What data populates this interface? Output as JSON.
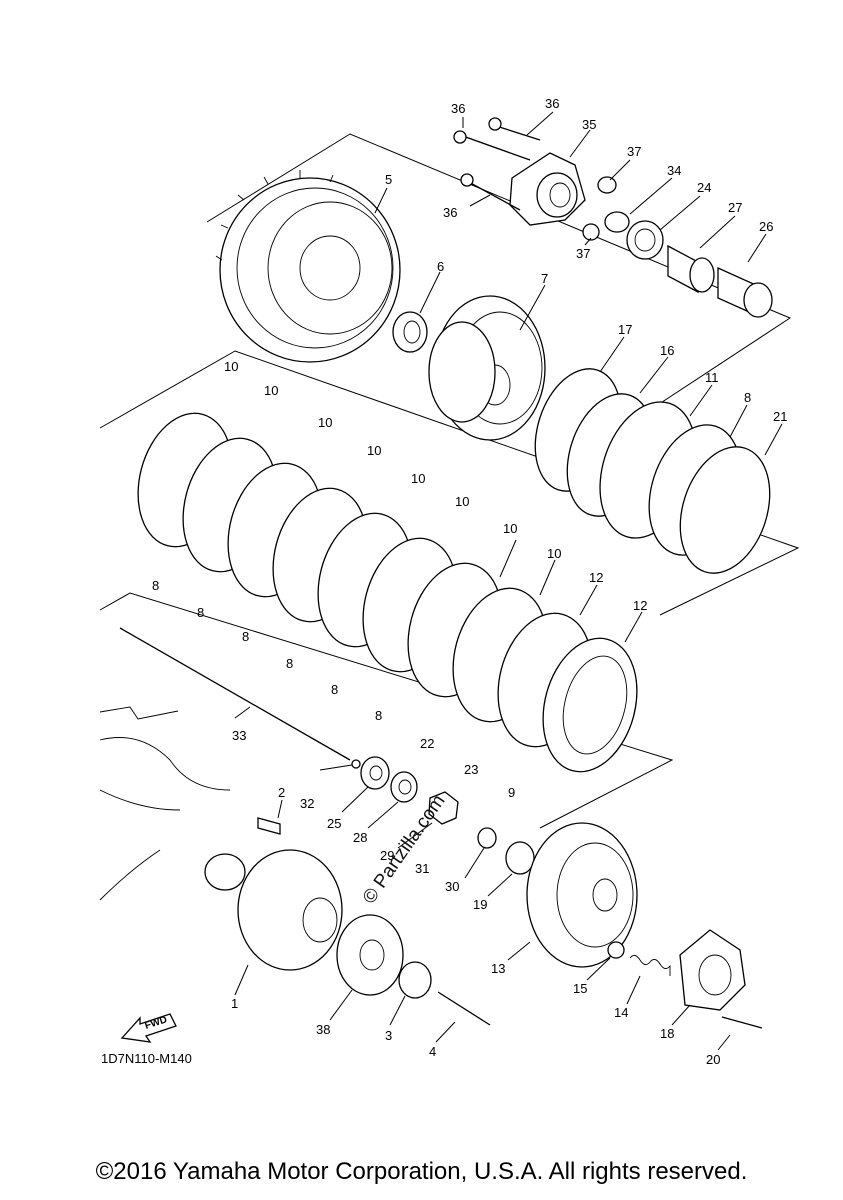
{
  "diagram_code": "1D7N110-M140",
  "watermark": "© Partzilla.com",
  "copyright": "©2016 Yamaha Motor Corporation, U.S.A. All rights reserved.",
  "fwd_label": "FWD",
  "callouts": [
    "36",
    "36",
    "35",
    "37",
    "34",
    "24",
    "27",
    "26",
    "36",
    "37",
    "5",
    "6",
    "7",
    "17",
    "16",
    "11",
    "8",
    "21",
    "10",
    "10",
    "10",
    "10",
    "10",
    "10",
    "10",
    "10",
    "12",
    "12",
    "8",
    "8",
    "8",
    "8",
    "8",
    "8",
    "22",
    "23",
    "9",
    "33",
    "2",
    "32",
    "25",
    "28",
    "29",
    "31",
    "30",
    "19",
    "13",
    "15",
    "14",
    "18",
    "20",
    "1",
    "38",
    "3",
    "4"
  ]
}
